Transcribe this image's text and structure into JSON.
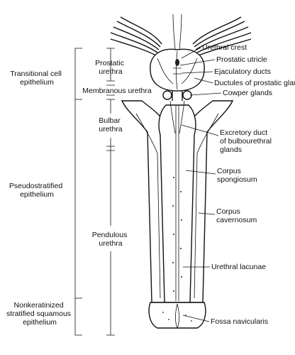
{
  "left_labels": {
    "epithelium_transitional": [
      "Transitional cell",
      "epithelium"
    ],
    "epithelium_pseudostratified": [
      "Pseudostratified",
      "epithelium"
    ],
    "epithelium_nonkeratinized": [
      "Nonkeratinized",
      "stratified squamous",
      "epithelium"
    ],
    "urethra_prostatic": [
      "Prostatic",
      "urethra"
    ],
    "urethra_membranous": [
      "Membranous urethra"
    ],
    "urethra_bulbar": [
      "Bulbar",
      "urethra"
    ],
    "urethra_pendulous": [
      "Pendulous",
      "urethra"
    ]
  },
  "right_labels": {
    "urethral_crest": [
      "Urethral crest"
    ],
    "prostatic_utricle": [
      "Prostatic utricle"
    ],
    "ejaculatory_ducts": [
      "Ejaculatory ducts"
    ],
    "ductules_prostatic_gland": [
      "Ductules of prostatic gland"
    ],
    "cowper_glands": [
      "Cowper glands"
    ],
    "excretory_duct": [
      "Excretory duct",
      "of bulbourethral",
      "glands"
    ],
    "corpus_spongiosum": [
      "Corpus",
      "spongiosum"
    ],
    "corpus_cavernosum": [
      "Corpus",
      "cavernosum"
    ],
    "urethral_lacunae": [
      "Urethral lacunae"
    ],
    "fossa_navicularis": [
      "Fossa navicularis"
    ]
  }
}
